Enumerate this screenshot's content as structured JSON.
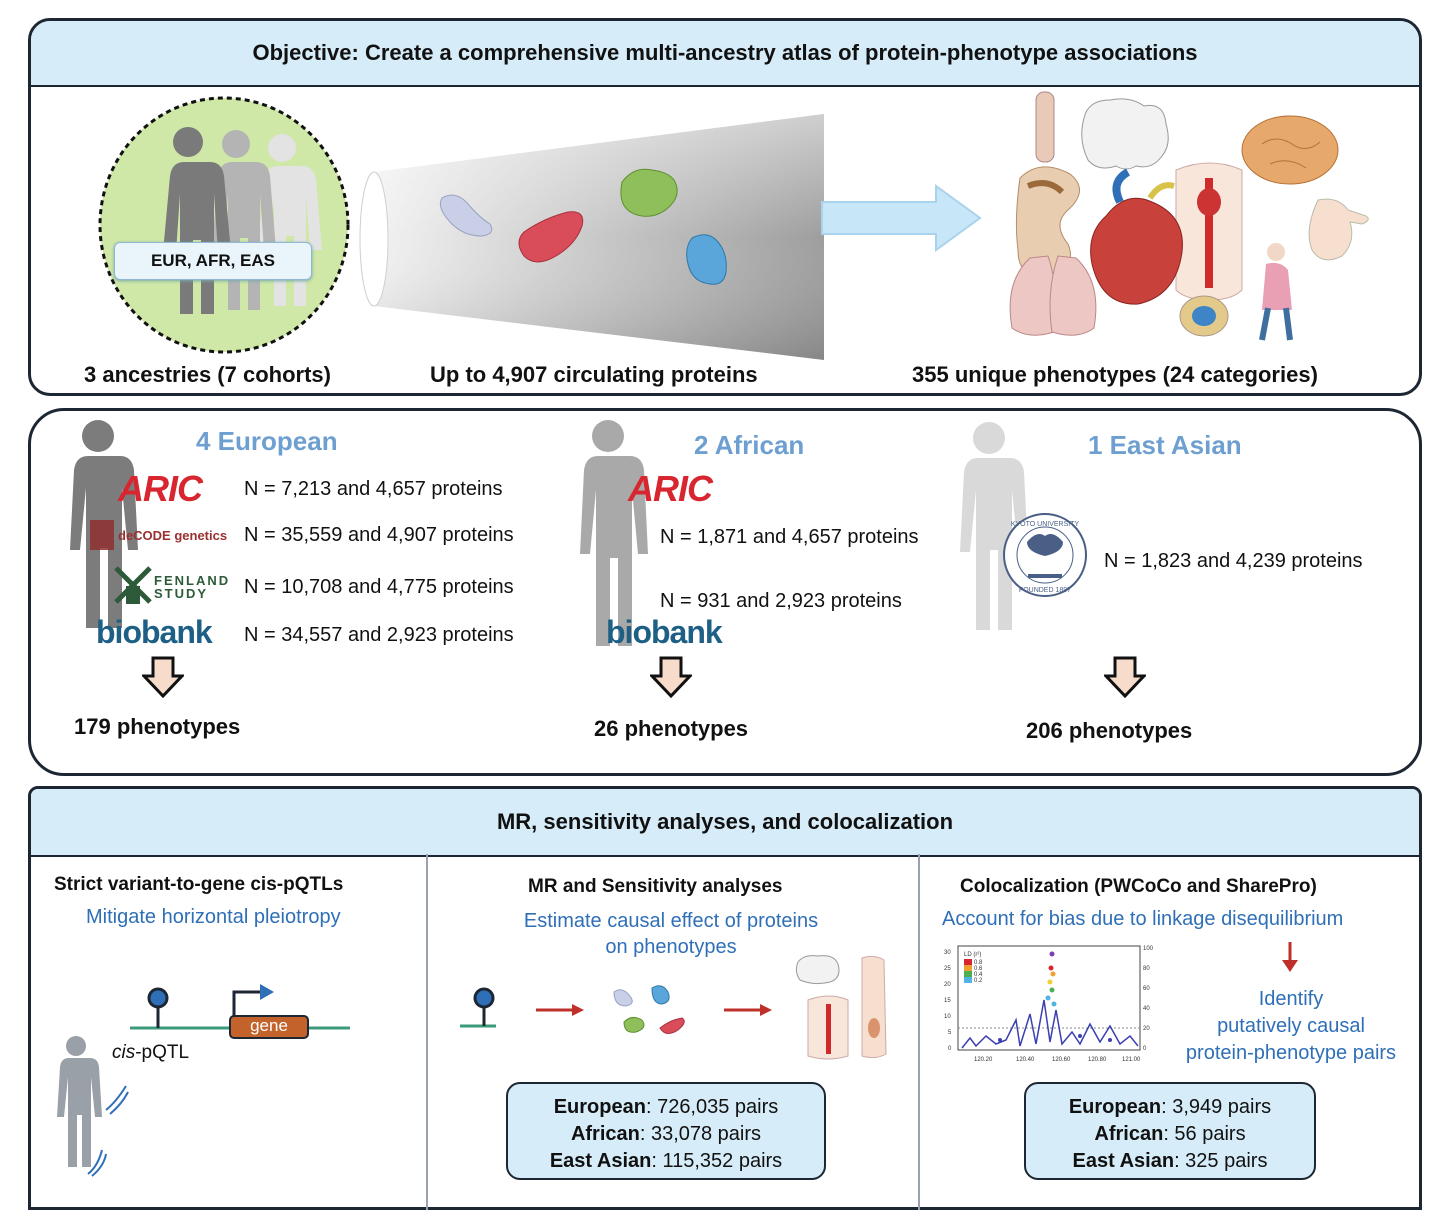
{
  "top": {
    "title": "Objective: Create a comprehensive multi-ancestry atlas of protein-phenotype associations",
    "ancestries_badge": "EUR, AFR, EAS",
    "caption_left": "3 ancestries (7 cohorts)",
    "caption_mid": "Up to 4,907 circulating proteins",
    "caption_right": "355 unique phenotypes (24 categories)"
  },
  "middle": {
    "european": {
      "heading": "4 European",
      "cohorts": [
        {
          "logo": "ARIC",
          "text": "N = 7,213 and 4,657 proteins"
        },
        {
          "logo": "deCODE genetics",
          "text": "N = 35,559 and 4,907 proteins"
        },
        {
          "logo": "FENLAND STUDY",
          "text": "N = 10,708 and 4,775 proteins"
        },
        {
          "logo": "biobank",
          "text": "N = 34,557 and 2,923 proteins"
        }
      ],
      "result": "179 phenotypes"
    },
    "african": {
      "heading": "2 African",
      "cohorts": [
        {
          "logo": "ARIC",
          "text": "N = 1,871 and 4,657 proteins"
        },
        {
          "logo": "biobank",
          "text": "N = 931 and 2,923 proteins"
        }
      ],
      "result": "26 phenotypes"
    },
    "east_asian": {
      "heading": "1 East Asian",
      "seal_top": "KYOTO UNIVERSITY",
      "seal_bottom": "FOUNDED 1897",
      "cohorts": [
        {
          "logo": "Kyoto University",
          "text": "N = 1,823 and 4,239 proteins"
        }
      ],
      "result": "206 phenotypes"
    }
  },
  "bottom": {
    "title": "MR, sensitivity analyses, and colocalization",
    "col1": {
      "heading": "Strict variant-to-gene cis-pQTLs",
      "subtitle": "Mitigate horizontal pleiotropy",
      "gene_label": "gene",
      "pqtl_italic": "cis",
      "pqtl_rest": "-pQTL"
    },
    "col2": {
      "heading": "MR and Sensitivity analyses",
      "subtitle_line1": "Estimate causal effect of proteins",
      "subtitle_line2": "on phenotypes",
      "stats": [
        {
          "label": "European",
          "value": ": 726,035 pairs"
        },
        {
          "label": "African",
          "value": ": 33,078 pairs"
        },
        {
          "label": "East Asian",
          "value": ": 115,352 pairs"
        }
      ]
    },
    "col3": {
      "heading": "Colocalization (PWCoCo and SharePro)",
      "subtitle": "Account for bias due to linkage disequilibrium",
      "identify_lines": [
        "Identify",
        "putatively causal",
        "protein-phenotype pairs"
      ],
      "plot_ld_label": "LD (r²)",
      "plot_ld_ticks": [
        "0.8",
        "0.6",
        "0.4",
        "0.2"
      ],
      "plot_left_ticks": [
        "30",
        "25",
        "20",
        "15",
        "10",
        "5",
        "0"
      ],
      "plot_right_ticks": [
        "100",
        "80",
        "60",
        "40",
        "20",
        "0"
      ],
      "plot_x_ticks": [
        "120.20",
        "120.40",
        "120.60",
        "120.80",
        "121.00"
      ],
      "stats": [
        {
          "label": "European",
          "value": ": 3,949 pairs"
        },
        {
          "label": "African",
          "value": ": 56 pairs"
        },
        {
          "label": "East Asian",
          "value": ": 325 pairs"
        }
      ]
    }
  },
  "colors": {
    "title_bg": "#d6ecf8",
    "accent_blue": "#2f6fb7",
    "heading_blue": "#6e9fd1",
    "arrow_red": "#c0302b",
    "gene_orange": "#c4622b",
    "strand_green": "#3a9a7a"
  }
}
